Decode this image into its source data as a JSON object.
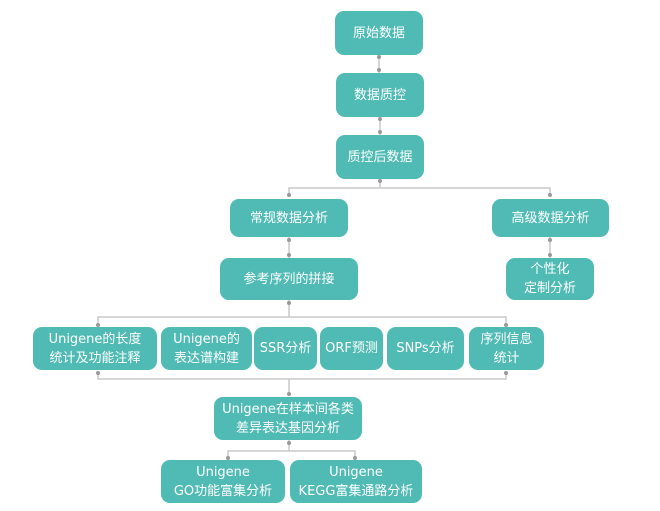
{
  "colors": {
    "node": "#4fbbb4",
    "connector": "#c8c8c8",
    "dot": "#999999"
  },
  "nodes": {
    "raw_data": "原始数据",
    "qc": "数据质控",
    "clean_data": "质控后数据",
    "routine": "常规数据分析",
    "advanced": "高级数据分析",
    "assembly": "参考序列的拼接",
    "custom": "个性化\n定制分析",
    "length_annot": "Unigene的长度\n统计及功能注释",
    "expression": "Unigene的\n表达谱构建",
    "ssr": "SSR分析",
    "orf": "ORF预测",
    "snp": "SNPs分析",
    "seqinfo": "序列信息\n统计",
    "deg": "Unigene在样本间各类\n差异表达基因分析",
    "go": "Unigene\nGO功能富集分析",
    "kegg": "Unigene\nKEGG富集通路分析"
  }
}
